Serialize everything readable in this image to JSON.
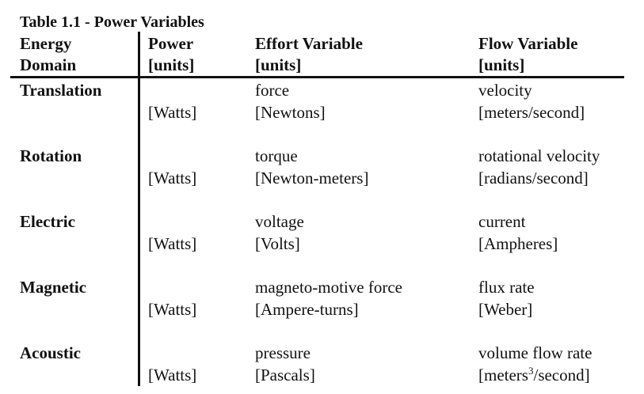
{
  "table": {
    "title": "Table 1.1 - Power Variables",
    "headers": {
      "domain": [
        "Energy",
        "Domain"
      ],
      "power": [
        "Power",
        "[units]"
      ],
      "effort": [
        "Effort Variable",
        "[units]"
      ],
      "flow": [
        "Flow Variable",
        "[units]"
      ]
    },
    "rows": [
      {
        "domain": "Translation",
        "power_units": "[Watts]",
        "effort": "force",
        "effort_units": "[Newtons]",
        "flow": "velocity",
        "flow_units": "[meters/second]"
      },
      {
        "domain": "Rotation",
        "power_units": "[Watts]",
        "effort": "torque",
        "effort_units": "[Newton-meters]",
        "flow": "rotational velocity",
        "flow_units": "[radians/second]"
      },
      {
        "domain": "Electric",
        "power_units": "[Watts]",
        "effort": "voltage",
        "effort_units": "[Volts]",
        "flow": "current",
        "flow_units": "[Ampheres]"
      },
      {
        "domain": "Magnetic",
        "power_units": "[Watts]",
        "effort": "magneto-motive force",
        "effort_units": "[Ampere-turns]",
        "flow": "flux rate",
        "flow_units": "[Weber]"
      },
      {
        "domain": "Acoustic",
        "power_units": "[Watts]",
        "effort": "pressure",
        "effort_units": "[Pascals]",
        "flow": "volume flow rate",
        "flow_units_pre": "[meters",
        "flow_units_sup": "3",
        "flow_units_post": "/second]"
      }
    ]
  }
}
